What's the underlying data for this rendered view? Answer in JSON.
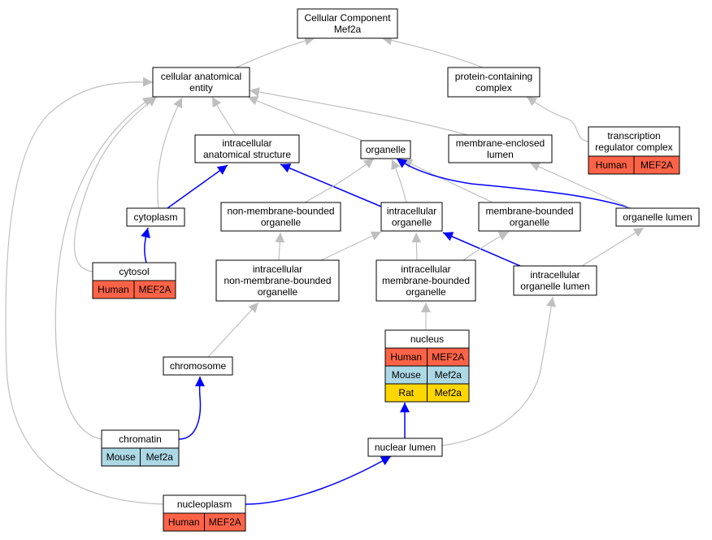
{
  "colors": {
    "grey_edge": "#bfbfbf",
    "blue_edge": "#0000ff",
    "human": "#ff6347",
    "mouse": "#add8e6",
    "rat": "#ffd700"
  },
  "nodes": {
    "root": {
      "lines": [
        "Cellular Component",
        "Mef2a"
      ],
      "rows": []
    },
    "cae": {
      "lines": [
        "cellular anatomical",
        "entity"
      ],
      "rows": []
    },
    "pcc": {
      "lines": [
        "protein-containing",
        "complex"
      ],
      "rows": []
    },
    "ias": {
      "lines": [
        "intracellular",
        "anatomical structure"
      ],
      "rows": []
    },
    "org": {
      "lines": [
        "organelle"
      ],
      "rows": []
    },
    "mel": {
      "lines": [
        "membrane-enclosed",
        "lumen"
      ],
      "rows": []
    },
    "trc": {
      "lines": [
        "transcription",
        "regulator complex"
      ],
      "rows": [
        [
          "Human",
          "MEF2A"
        ]
      ]
    },
    "cyt": {
      "lines": [
        "cytoplasm"
      ],
      "rows": []
    },
    "nmbo": {
      "lines": [
        "non-membrane-bounded",
        "organelle"
      ],
      "rows": []
    },
    "io": {
      "lines": [
        "intracellular",
        "organelle"
      ],
      "rows": []
    },
    "mbo": {
      "lines": [
        "membrane-bounded",
        "organelle"
      ],
      "rows": []
    },
    "ol": {
      "lines": [
        "organelle lumen"
      ],
      "rows": []
    },
    "cytosol": {
      "lines": [
        "cytosol"
      ],
      "rows": [
        [
          "Human",
          "MEF2A"
        ]
      ]
    },
    "inmbo": {
      "lines": [
        "intracellular",
        "non-membrane-bounded",
        "organelle"
      ],
      "rows": []
    },
    "imbo": {
      "lines": [
        "intracellular",
        "membrane-bounded",
        "organelle"
      ],
      "rows": []
    },
    "iol": {
      "lines": [
        "intracellular",
        "organelle lumen"
      ],
      "rows": []
    },
    "nuc": {
      "lines": [
        "nucleus"
      ],
      "rows": [
        [
          "Human",
          "MEF2A"
        ],
        [
          "Mouse",
          "Mef2a"
        ],
        [
          "Rat",
          "Mef2a"
        ]
      ]
    },
    "chrom": {
      "lines": [
        "chromosome"
      ],
      "rows": []
    },
    "chrt": {
      "lines": [
        "chromatin"
      ],
      "rows": [
        [
          "Mouse",
          "Mef2a"
        ]
      ]
    },
    "nl": {
      "lines": [
        "nuclear lumen"
      ],
      "rows": []
    },
    "np": {
      "lines": [
        "nucleoplasm"
      ],
      "rows": [
        [
          "Human",
          "MEF2A"
        ]
      ]
    }
  },
  "edges": [
    {
      "from": "cae",
      "to": "root",
      "type": "grey"
    },
    {
      "from": "pcc",
      "to": "root",
      "type": "grey"
    },
    {
      "from": "trc",
      "to": "pcc",
      "type": "grey"
    },
    {
      "from": "ias",
      "to": "cae",
      "type": "grey"
    },
    {
      "from": "org",
      "to": "cae",
      "type": "grey"
    },
    {
      "from": "mel",
      "to": "cae",
      "type": "grey"
    },
    {
      "from": "cyt",
      "to": "cae",
      "type": "grey"
    },
    {
      "from": "cytosol",
      "to": "cae",
      "type": "grey"
    },
    {
      "from": "chrt",
      "to": "cae",
      "type": "grey"
    },
    {
      "from": "np",
      "to": "cae",
      "type": "grey"
    },
    {
      "from": "cyt",
      "to": "ias",
      "type": "blue"
    },
    {
      "from": "io",
      "to": "ias",
      "type": "blue"
    },
    {
      "from": "cytosol",
      "to": "cyt",
      "type": "blue"
    },
    {
      "from": "nmbo",
      "to": "org",
      "type": "grey"
    },
    {
      "from": "io",
      "to": "org",
      "type": "grey"
    },
    {
      "from": "mbo",
      "to": "org",
      "type": "grey"
    },
    {
      "from": "ol",
      "to": "org",
      "type": "blue"
    },
    {
      "from": "ol",
      "to": "mel",
      "type": "grey"
    },
    {
      "from": "inmbo",
      "to": "nmbo",
      "type": "grey"
    },
    {
      "from": "inmbo",
      "to": "io",
      "type": "grey"
    },
    {
      "from": "imbo",
      "to": "io",
      "type": "grey"
    },
    {
      "from": "iol",
      "to": "io",
      "type": "blue"
    },
    {
      "from": "imbo",
      "to": "mbo",
      "type": "grey"
    },
    {
      "from": "iol",
      "to": "ol",
      "type": "grey"
    },
    {
      "from": "chrom",
      "to": "inmbo",
      "type": "grey"
    },
    {
      "from": "nuc",
      "to": "imbo",
      "type": "grey"
    },
    {
      "from": "chrt",
      "to": "chrom",
      "type": "blue"
    },
    {
      "from": "nl",
      "to": "nuc",
      "type": "blue"
    },
    {
      "from": "nl",
      "to": "iol",
      "type": "grey"
    },
    {
      "from": "np",
      "to": "nl",
      "type": "blue"
    }
  ]
}
